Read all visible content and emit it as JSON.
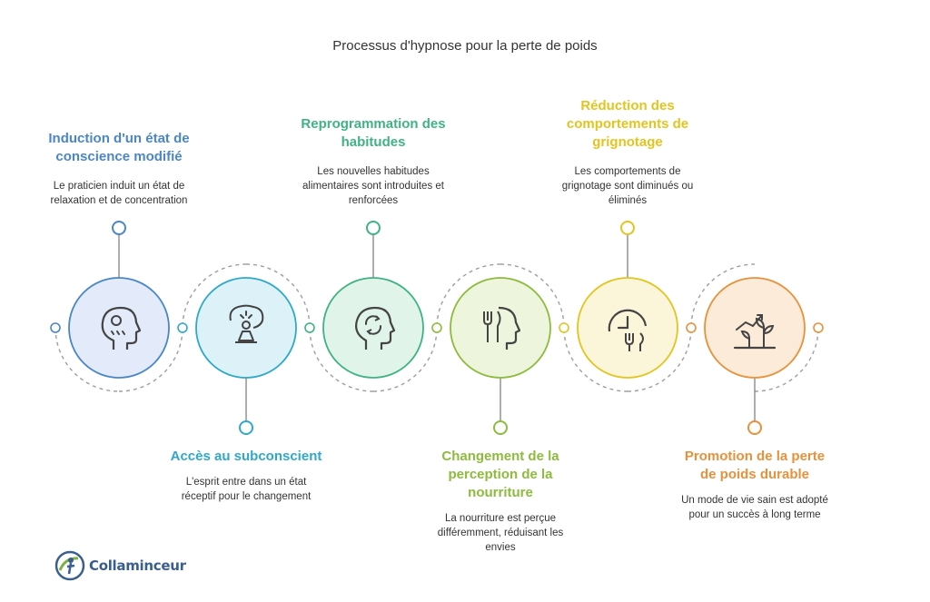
{
  "title": "Processus d'hypnose pour la perte de poids",
  "steps": [
    {
      "title_lines": [
        "Induction d'un état de",
        "conscience modifié"
      ],
      "desc_lines": [
        "Le praticien induit un état de",
        "relaxation et de concentration"
      ],
      "color": "#4a86c8",
      "fill": "#e3ebfa",
      "icon": "head-mind-icon",
      "position": "top"
    },
    {
      "title_lines": [
        "Accès au subconscient"
      ],
      "desc_lines": [
        "L'esprit entre dans un état",
        "réceptif pour le changement"
      ],
      "color": "#2fa9c9",
      "fill": "#ddf2f8",
      "icon": "meditation-icon",
      "position": "bottom"
    },
    {
      "title_lines": [
        "Reprogrammation des",
        "habitudes"
      ],
      "desc_lines": [
        "Les nouvelles habitudes",
        "alimentaires sont introduites et",
        "renforcées"
      ],
      "color": "#3fb383",
      "fill": "#e0f4ea",
      "icon": "head-cycle-icon",
      "position": "top"
    },
    {
      "title_lines": [
        "Changement de la",
        "perception de la",
        "nourriture"
      ],
      "desc_lines": [
        "La nourriture est perçue",
        "différemment, réduisant les",
        "envies"
      ],
      "color": "#8dbb3c",
      "fill": "#eef5dd",
      "icon": "head-cutlery-icon",
      "position": "bottom"
    },
    {
      "title_lines": [
        "Réduction des",
        "comportements de",
        "grignotage"
      ],
      "desc_lines": [
        "Les comportements de",
        "grignotage sont diminués ou",
        "éliminés"
      ],
      "color": "#e2c51e",
      "fill": "#fbf6d9",
      "icon": "clock-cutlery-icon",
      "position": "top"
    },
    {
      "title_lines": [
        "Promotion de la perte",
        "de poids durable"
      ],
      "desc_lines": [
        "Un mode de vie sain est adopté",
        "pour un succès à long terme"
      ],
      "color": "#e8913a",
      "fill": "#fcebd9",
      "icon": "growth-plant-icon",
      "position": "bottom"
    }
  ],
  "logo": {
    "text": "Collaminceur",
    "icon": "collaminceur-logo-icon"
  }
}
